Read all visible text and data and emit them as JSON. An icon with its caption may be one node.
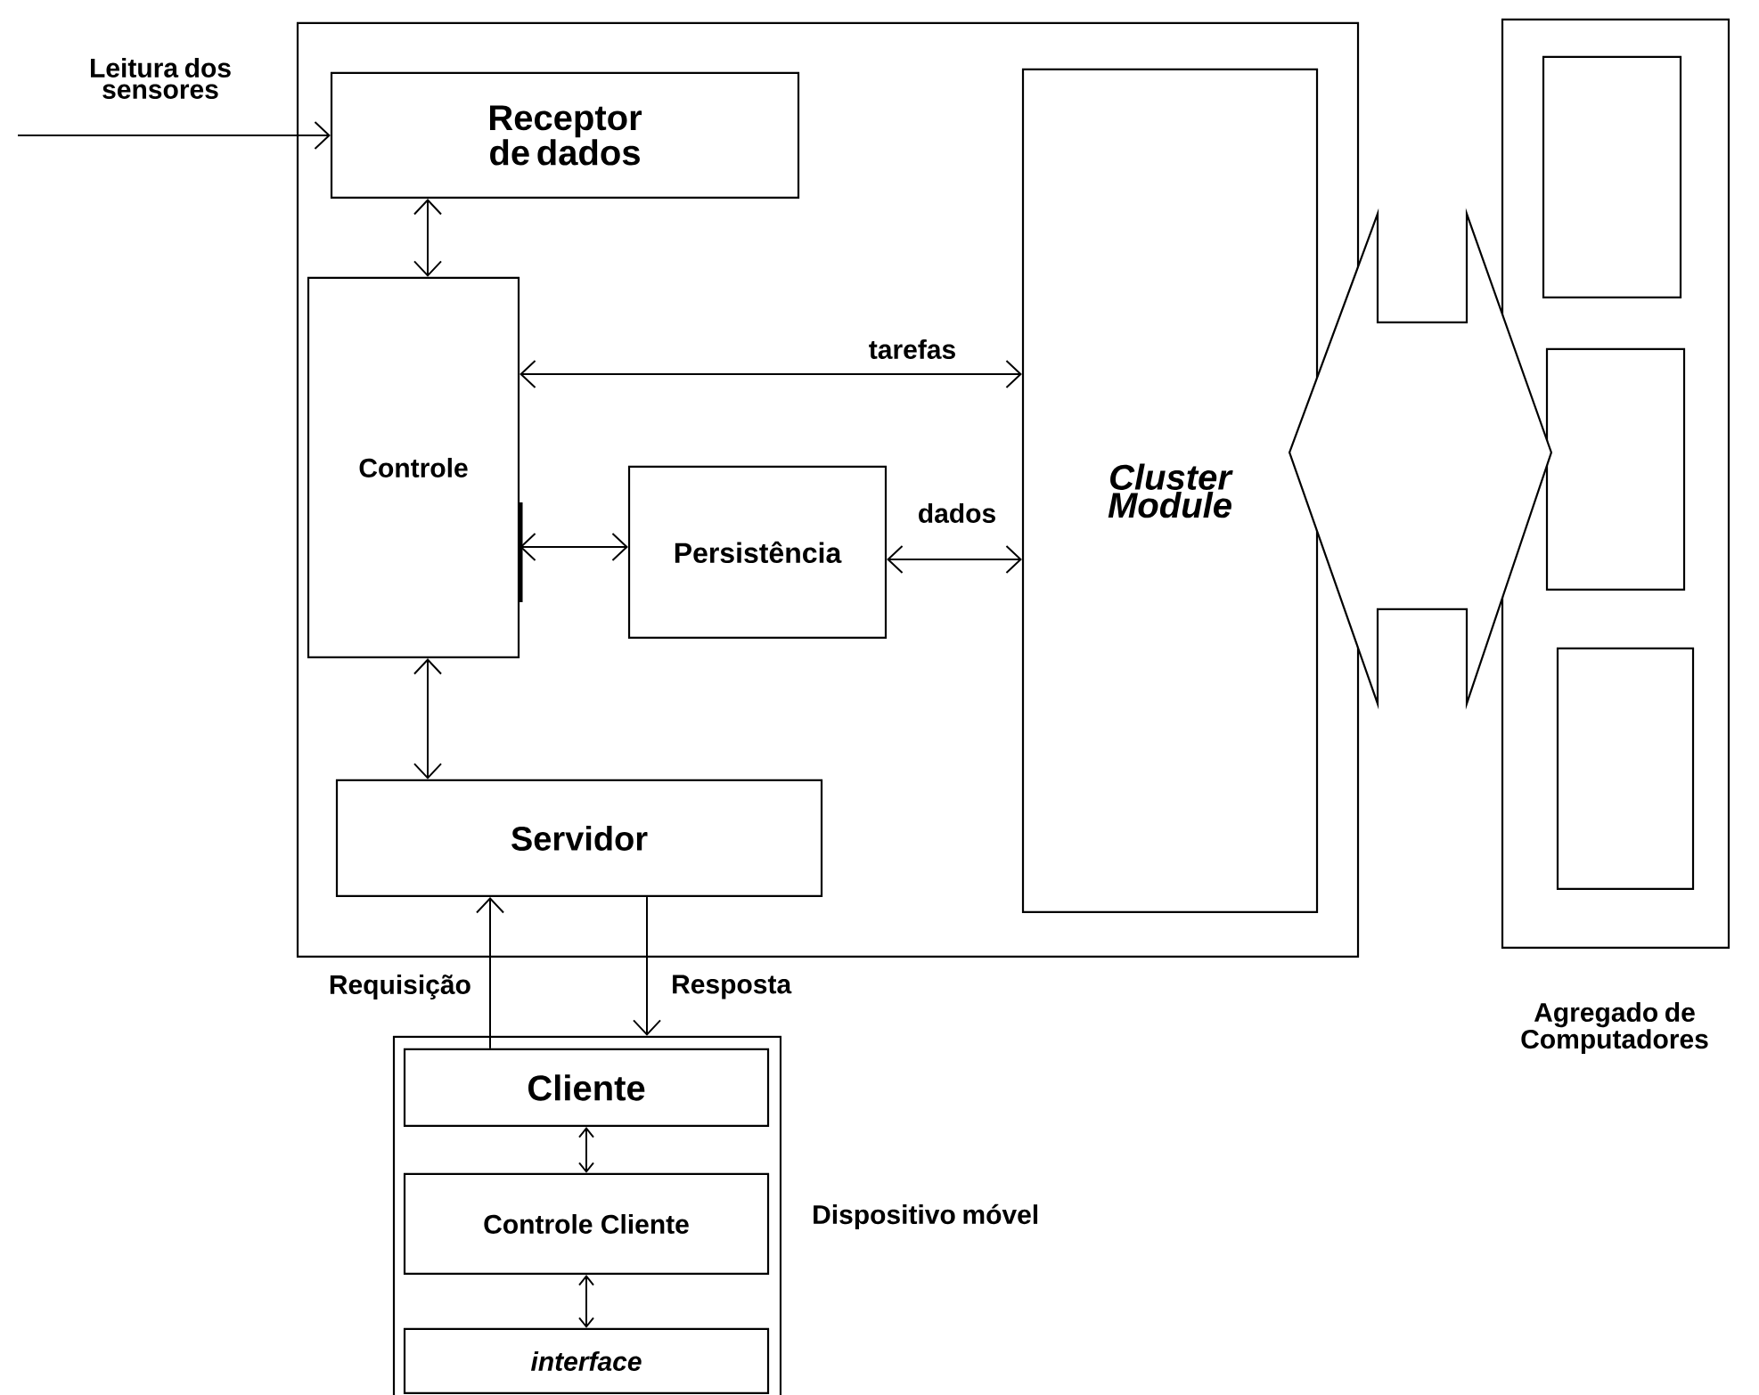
{
  "diagram": {
    "nodes": [
      {
        "text": [],
        "shape": "box"
      },
      {
        "text": [
          "Receptor de dados"
        ],
        "in": 0
      },
      {
        "text": [
          "Controle"
        ],
        "in": 0
      },
      {
        "text": [
          "Persistência"
        ],
        "in": 0
      },
      {
        "text": [
          "Cluster Module"
        ],
        "in": 0
      },
      {
        "text": [
          "Servidor"
        ],
        "in": 0
      },
      {
        "text": [
          "Agregado de Computadores"
        ]
      },
      {
        "text": [],
        "shape": "box",
        "in": 6
      },
      {
        "text": [],
        "shape": "box",
        "in": 6
      },
      {
        "text": [],
        "shape": "box",
        "in": 6
      },
      {
        "text": [
          "Dispositivo móvel"
        ]
      },
      {
        "text": [
          "Cliente"
        ],
        "in": 10
      },
      {
        "text": [
          "Controle Cliente"
        ],
        "in": 10
      },
      {
        "text": [
          "interface"
        ],
        "in": 10
      }
    ],
    "edges": [
      {
        "from": null,
        "to": 1,
        "arrow": "to",
        "label": "Leitura dos sensores"
      },
      {
        "from": 1,
        "to": 2,
        "arrow": "both"
      },
      {
        "from": 2,
        "to": 4,
        "arrow": "both",
        "label": "tarefas"
      },
      {
        "from": 2,
        "to": 3,
        "arrow": "both"
      },
      {
        "from": 3,
        "to": 4,
        "arrow": "both",
        "label": "dados"
      },
      {
        "from": 2,
        "to": 5,
        "arrow": "both"
      },
      {
        "from": 11,
        "to": 5,
        "arrow": "to",
        "label": "Requisição"
      },
      {
        "from": 5,
        "to": 10,
        "arrow": "to",
        "label": "Resposta"
      },
      {
        "from": 11,
        "to": 12,
        "arrow": "both"
      },
      {
        "from": 12,
        "to": 13,
        "arrow": "both"
      },
      {
        "from": 4,
        "to": 6,
        "arrow": "both",
        "style": "thick"
      }
    ]
  }
}
